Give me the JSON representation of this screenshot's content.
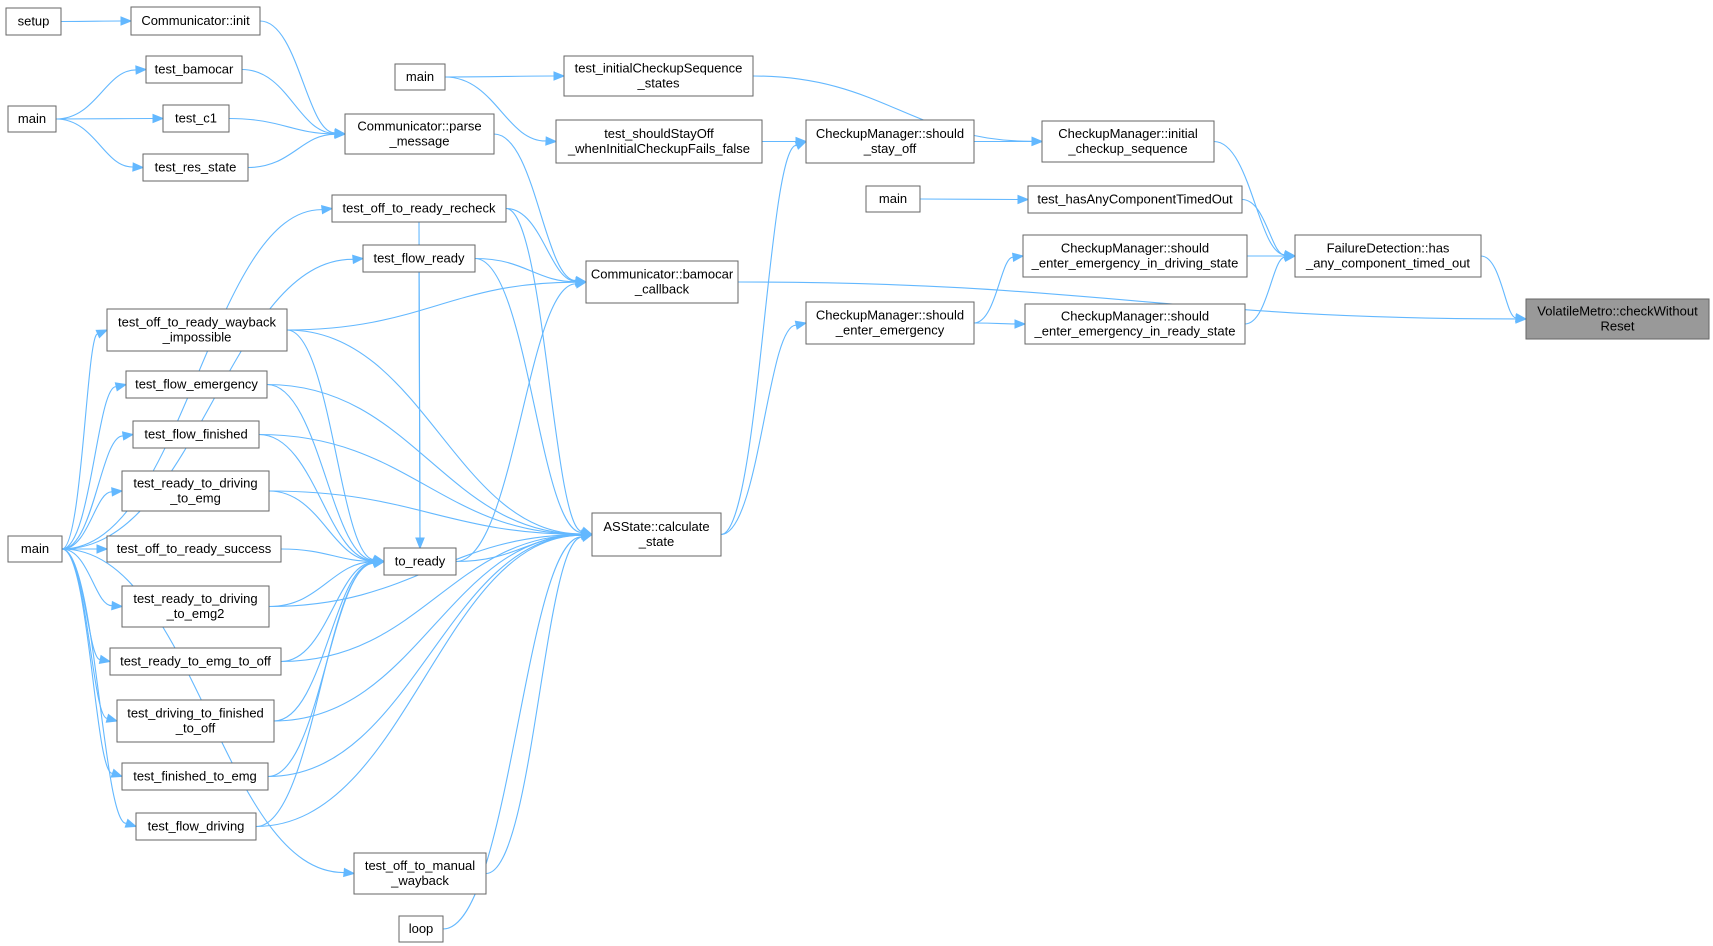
{
  "graph": {
    "root": "VolatileMetro::checkWithoutReset",
    "nodes": [
      {
        "id": "setup",
        "lines": [
          "setup"
        ]
      },
      {
        "id": "comm_init",
        "lines": [
          "Communicator::init"
        ]
      },
      {
        "id": "test_bamocar",
        "lines": [
          "test_bamocar"
        ]
      },
      {
        "id": "main_a",
        "lines": [
          "main"
        ]
      },
      {
        "id": "test_c1",
        "lines": [
          "test_c1"
        ]
      },
      {
        "id": "test_res_state",
        "lines": [
          "test_res_state"
        ]
      },
      {
        "id": "comm_parse",
        "lines": [
          "Communicator::parse",
          "_message"
        ]
      },
      {
        "id": "main_b",
        "lines": [
          "main"
        ]
      },
      {
        "id": "test_initial",
        "lines": [
          "test_initialCheckupSequence",
          "_states"
        ]
      },
      {
        "id": "test_should_stay",
        "lines": [
          "test_shouldStayOff",
          "_whenInitialCheckupFails_false"
        ]
      },
      {
        "id": "cm_stay_off",
        "lines": [
          "CheckupManager::should",
          "_stay_off"
        ]
      },
      {
        "id": "cm_initial",
        "lines": [
          "CheckupManager::initial",
          "_checkup_sequence"
        ]
      },
      {
        "id": "main_c",
        "lines": [
          "main"
        ]
      },
      {
        "id": "test_has_any",
        "lines": [
          "test_hasAnyComponentTimedOut"
        ]
      },
      {
        "id": "cm_emg_driving",
        "lines": [
          "CheckupManager::should",
          "_enter_emergency_in_driving_state"
        ]
      },
      {
        "id": "fd_has_any",
        "lines": [
          "FailureDetection::has",
          "_any_component_timed_out"
        ]
      },
      {
        "id": "cm_emg",
        "lines": [
          "CheckupManager::should",
          "_enter_emergency"
        ]
      },
      {
        "id": "cm_emg_ready",
        "lines": [
          "CheckupManager::should",
          "_enter_emergency_in_ready_state"
        ]
      },
      {
        "id": "root",
        "lines": [
          "VolatileMetro::checkWithout",
          "Reset"
        ]
      },
      {
        "id": "test_off_recheck",
        "lines": [
          "test_off_to_ready_recheck"
        ]
      },
      {
        "id": "test_flow_ready",
        "lines": [
          "test_flow_ready"
        ]
      },
      {
        "id": "comm_bamocar",
        "lines": [
          "Communicator::bamocar",
          "_callback"
        ]
      },
      {
        "id": "test_wayback_imp",
        "lines": [
          "test_off_to_ready_wayback",
          "_impossible"
        ]
      },
      {
        "id": "test_flow_emergency",
        "lines": [
          "test_flow_emergency"
        ]
      },
      {
        "id": "test_flow_finished",
        "lines": [
          "test_flow_finished"
        ]
      },
      {
        "id": "test_r2d_emg",
        "lines": [
          "test_ready_to_driving",
          "_to_emg"
        ]
      },
      {
        "id": "main_big",
        "lines": [
          "main"
        ]
      },
      {
        "id": "test_off_success",
        "lines": [
          "test_off_to_ready_success"
        ]
      },
      {
        "id": "to_ready",
        "lines": [
          "to_ready"
        ]
      },
      {
        "id": "asstate_calc",
        "lines": [
          "ASState::calculate",
          "_state"
        ]
      },
      {
        "id": "test_r2d_emg2",
        "lines": [
          "test_ready_to_driving",
          "_to_emg2"
        ]
      },
      {
        "id": "test_r_emg_off",
        "lines": [
          "test_ready_to_emg_to_off"
        ]
      },
      {
        "id": "test_d_fin_off",
        "lines": [
          "test_driving_to_finished",
          "_to_off"
        ]
      },
      {
        "id": "test_fin_emg",
        "lines": [
          "test_finished_to_emg"
        ]
      },
      {
        "id": "test_flow_driving",
        "lines": [
          "test_flow_driving"
        ]
      },
      {
        "id": "test_off_manual",
        "lines": [
          "test_off_to_manual",
          "_wayback"
        ]
      },
      {
        "id": "loop",
        "lines": [
          "loop"
        ]
      }
    ],
    "edges": [
      [
        "setup",
        "comm_init"
      ],
      [
        "comm_init",
        "comm_parse"
      ],
      [
        "test_bamocar",
        "comm_parse"
      ],
      [
        "test_c1",
        "comm_parse"
      ],
      [
        "test_res_state",
        "comm_parse"
      ],
      [
        "main_a",
        "test_bamocar"
      ],
      [
        "main_a",
        "test_c1"
      ],
      [
        "main_a",
        "test_res_state"
      ],
      [
        "main_b",
        "test_initial"
      ],
      [
        "main_b",
        "test_should_stay"
      ],
      [
        "test_initial",
        "cm_initial"
      ],
      [
        "test_should_stay",
        "cm_stay_off"
      ],
      [
        "cm_stay_off",
        "cm_initial"
      ],
      [
        "cm_initial",
        "fd_has_any"
      ],
      [
        "main_c",
        "test_has_any"
      ],
      [
        "test_has_any",
        "fd_has_any"
      ],
      [
        "cm_emg_driving",
        "fd_has_any"
      ],
      [
        "cm_emg_ready",
        "fd_has_any"
      ],
      [
        "cm_emg",
        "cm_emg_driving"
      ],
      [
        "cm_emg",
        "cm_emg_ready"
      ],
      [
        "fd_has_any",
        "root"
      ],
      [
        "comm_bamocar",
        "root"
      ],
      [
        "comm_parse",
        "comm_bamocar"
      ],
      [
        "test_off_recheck",
        "comm_bamocar"
      ],
      [
        "test_flow_ready",
        "comm_bamocar"
      ],
      [
        "test_wayback_imp",
        "comm_bamocar"
      ],
      [
        "to_ready",
        "comm_bamocar"
      ],
      [
        "asstate_calc",
        "cm_stay_off"
      ],
      [
        "asstate_calc",
        "cm_emg"
      ],
      [
        "main_big",
        "test_off_recheck"
      ],
      [
        "main_big",
        "test_flow_ready"
      ],
      [
        "main_big",
        "test_wayback_imp"
      ],
      [
        "main_big",
        "test_flow_emergency"
      ],
      [
        "main_big",
        "test_flow_finished"
      ],
      [
        "main_big",
        "test_r2d_emg"
      ],
      [
        "main_big",
        "test_off_success"
      ],
      [
        "main_big",
        "test_r2d_emg2"
      ],
      [
        "main_big",
        "test_r_emg_off"
      ],
      [
        "main_big",
        "test_d_fin_off"
      ],
      [
        "main_big",
        "test_fin_emg"
      ],
      [
        "main_big",
        "test_flow_driving"
      ],
      [
        "main_big",
        "test_off_manual"
      ],
      [
        "test_off_recheck",
        "asstate_calc"
      ],
      [
        "test_flow_ready",
        "to_ready"
      ],
      [
        "test_wayback_imp",
        "to_ready"
      ],
      [
        "test_wayback_imp",
        "asstate_calc"
      ],
      [
        "test_flow_emergency",
        "to_ready"
      ],
      [
        "test_flow_emergency",
        "asstate_calc"
      ],
      [
        "test_flow_finished",
        "to_ready"
      ],
      [
        "test_flow_finished",
        "asstate_calc"
      ],
      [
        "test_r2d_emg",
        "to_ready"
      ],
      [
        "test_r2d_emg",
        "asstate_calc"
      ],
      [
        "test_off_success",
        "to_ready"
      ],
      [
        "test_r2d_emg2",
        "to_ready"
      ],
      [
        "test_r2d_emg2",
        "asstate_calc"
      ],
      [
        "test_r_emg_off",
        "to_ready"
      ],
      [
        "test_r_emg_off",
        "asstate_calc"
      ],
      [
        "test_d_fin_off",
        "to_ready"
      ],
      [
        "test_d_fin_off",
        "asstate_calc"
      ],
      [
        "test_fin_emg",
        "to_ready"
      ],
      [
        "test_fin_emg",
        "asstate_calc"
      ],
      [
        "test_flow_driving",
        "to_ready"
      ],
      [
        "test_flow_driving",
        "asstate_calc"
      ],
      [
        "to_ready",
        "asstate_calc"
      ],
      [
        "test_off_manual",
        "asstate_calc"
      ],
      [
        "loop",
        "asstate_calc"
      ],
      [
        "test_off_recheck",
        "to_ready"
      ],
      [
        "test_flow_ready",
        "asstate_calc"
      ]
    ]
  }
}
